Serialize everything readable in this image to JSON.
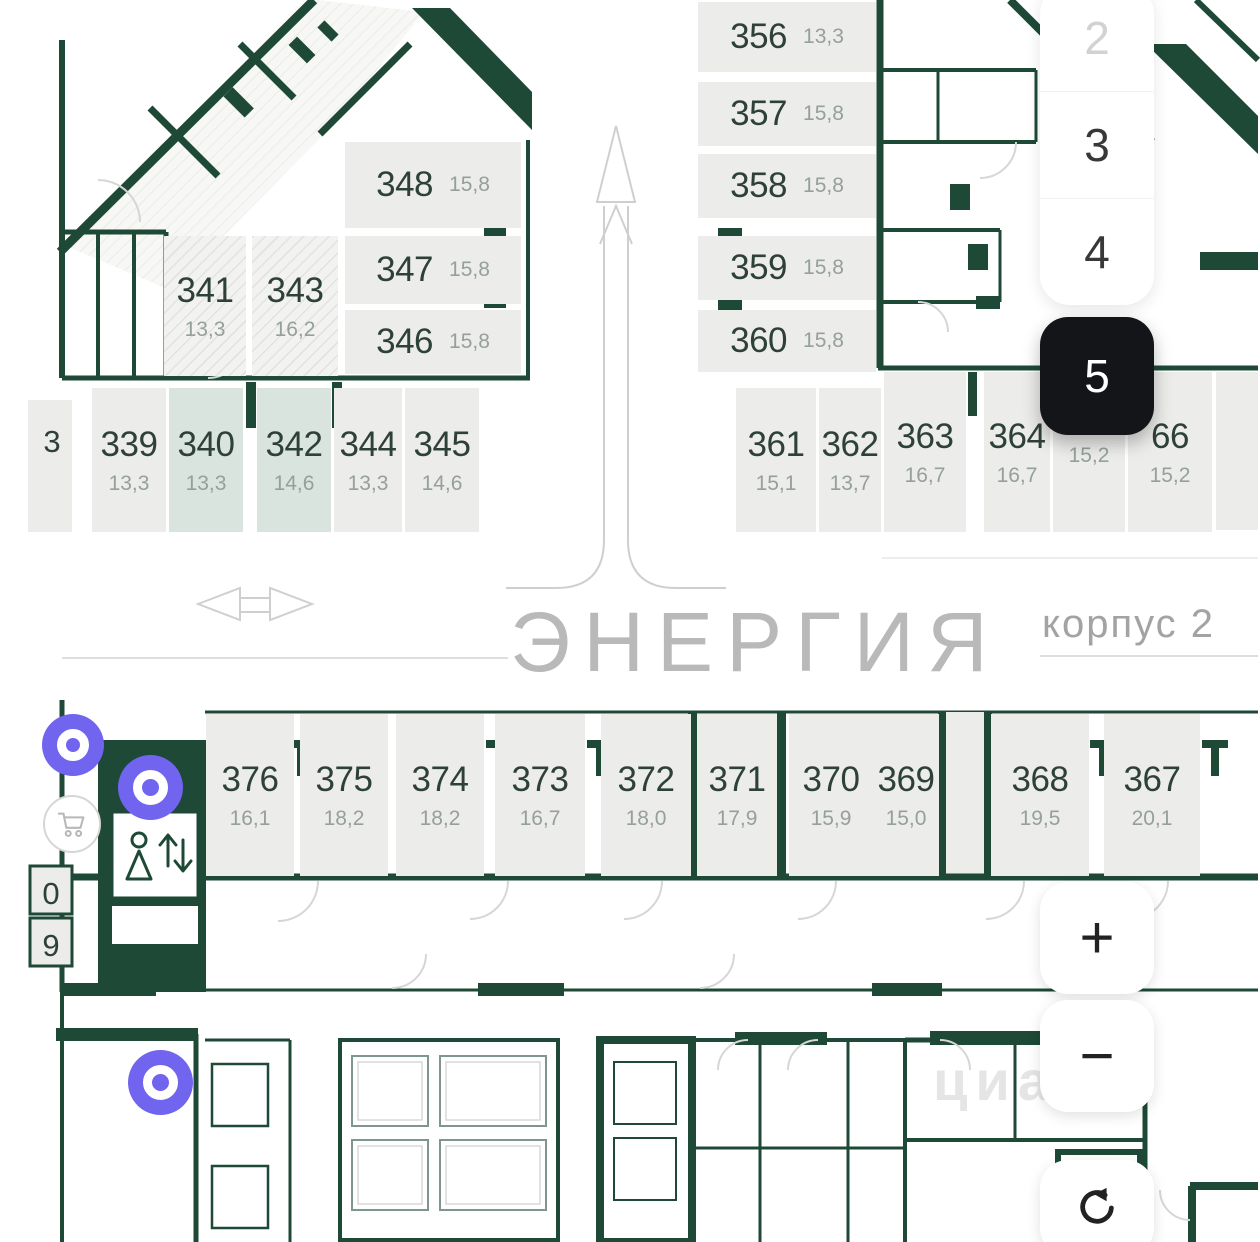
{
  "project": {
    "name": "ЭНЕРГИЯ",
    "building": "корпус 2"
  },
  "floor_selector": {
    "floors": [
      {
        "label": "2",
        "state": "muted"
      },
      {
        "label": "3",
        "state": "default"
      },
      {
        "label": "4",
        "state": "default"
      },
      {
        "label": "5",
        "state": "active"
      }
    ]
  },
  "controls": {
    "zoom_in": "+",
    "zoom_out": "−"
  },
  "watermark": {
    "text": "циан"
  },
  "partials": [
    "3",
    "0",
    "9"
  ],
  "units": [
    {
      "number": "348",
      "area": "15,8"
    },
    {
      "number": "347",
      "area": "15,8"
    },
    {
      "number": "346",
      "area": "15,8"
    },
    {
      "number": "341",
      "area": "13,3"
    },
    {
      "number": "343",
      "area": "16,2"
    },
    {
      "number": "339",
      "area": "13,3"
    },
    {
      "number": "340",
      "area": "13,3"
    },
    {
      "number": "342",
      "area": "14,6"
    },
    {
      "number": "344",
      "area": "13,3"
    },
    {
      "number": "345",
      "area": "14,6"
    },
    {
      "number": "356",
      "area": "13,3"
    },
    {
      "number": "357",
      "area": "15,8"
    },
    {
      "number": "358",
      "area": "15,8"
    },
    {
      "number": "359",
      "area": "15,8"
    },
    {
      "number": "360",
      "area": "15,8"
    },
    {
      "number": "361",
      "area": "15,1"
    },
    {
      "number": "362",
      "area": "13,7"
    },
    {
      "number": "363",
      "area": "16,7"
    },
    {
      "number": "364",
      "area": "16,7"
    },
    {
      "number": "",
      "area": "15,2"
    },
    {
      "number": "66",
      "area": "15,2"
    },
    {
      "number": "376",
      "area": "16,1"
    },
    {
      "number": "375",
      "area": "18,2"
    },
    {
      "number": "374",
      "area": "18,2"
    },
    {
      "number": "373",
      "area": "16,7"
    },
    {
      "number": "372",
      "area": "18,0"
    },
    {
      "number": "371",
      "area": "17,9"
    },
    {
      "number": "370",
      "area": "15,9"
    },
    {
      "number": "369",
      "area": "15,0"
    },
    {
      "number": "368",
      "area": "19,5"
    },
    {
      "number": "367",
      "area": "20,1"
    }
  ],
  "colors": {
    "wall": "#1d4936",
    "unit_fill": "#ececea",
    "highlight_fill": "#d9e4de",
    "pin": "#7164ef",
    "active_floor_bg": "#141519"
  }
}
